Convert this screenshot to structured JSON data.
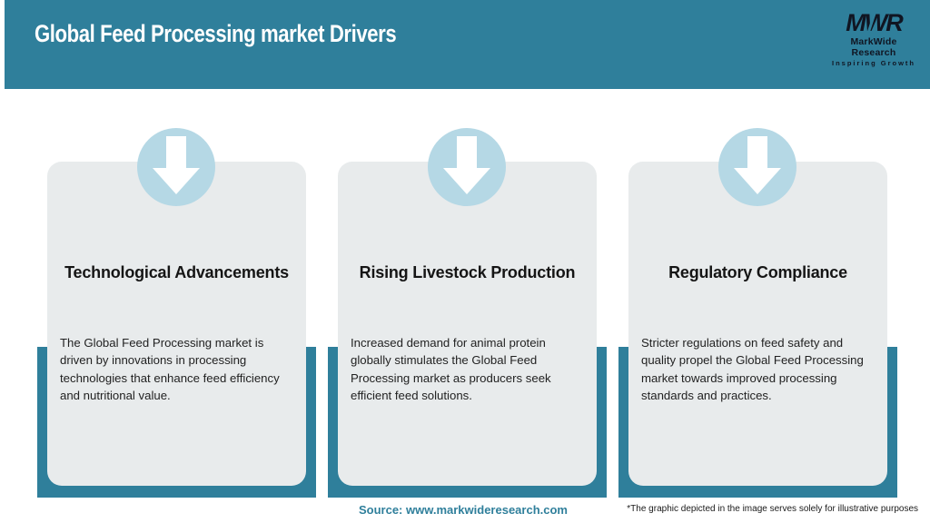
{
  "header": {
    "title": "Global Feed Processing market Drivers",
    "logo": {
      "acronym": "MWR",
      "name": "MarkWide Research",
      "tagline": "Inspiring Growth"
    }
  },
  "cards": [
    {
      "title": "Technological Advancements",
      "body": "The Global Feed Processing market is driven by innovations in processing technologies that enhance feed efficiency and nutritional value."
    },
    {
      "title": "Rising Livestock Production",
      "body": "Increased demand for animal protein globally stimulates the Global Feed Processing market as producers seek efficient feed solutions."
    },
    {
      "title": "Regulatory Compliance",
      "body": "Stricter regulations on feed safety and quality propel the Global Feed Processing market towards improved processing standards and practices."
    }
  ],
  "footer": {
    "source": "Source: www.markwideresearch.com",
    "disclaimer": "*The graphic depicted in the image serves solely for illustrative purposes"
  },
  "icons": {
    "card_icon": "down-arrow-icon"
  },
  "colors": {
    "teal": "#2f7f9b",
    "light_blue_circle": "#b5d8e5",
    "card_background": "#e8ebec",
    "title_text": "#ffffff",
    "body_text": "#222222",
    "logo_text": "#101522"
  }
}
